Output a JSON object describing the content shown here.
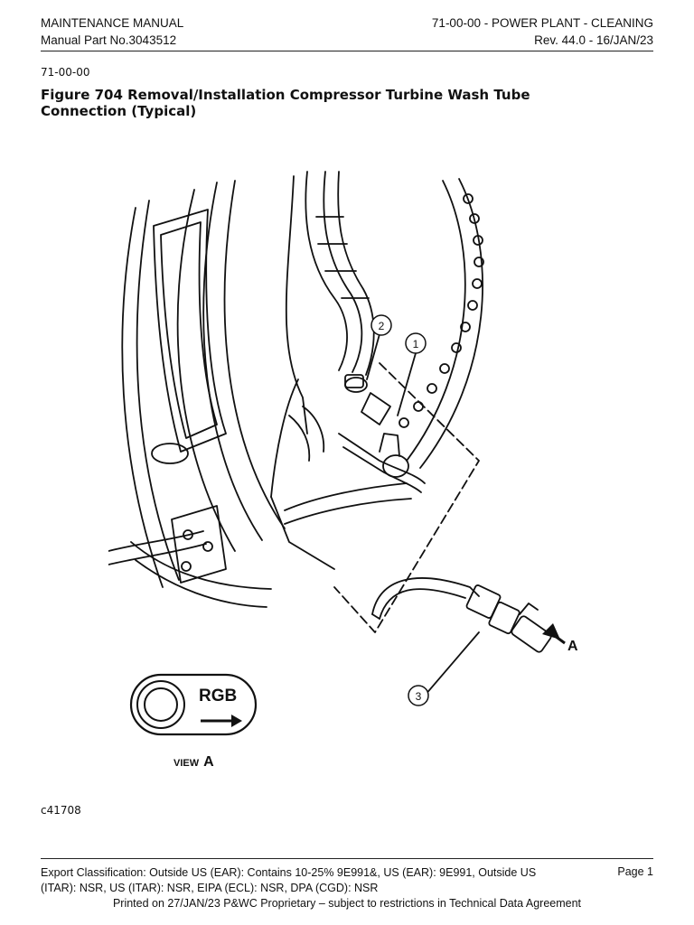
{
  "header": {
    "left_line1": "MAINTENANCE MANUAL",
    "left_line2": "Manual Part No.3043512",
    "right_line1": "71-00-00 - POWER PLANT - CLEANING",
    "right_line2": "Rev. 44.0 - 16/JAN/23"
  },
  "section_code": "71-00-00",
  "figure": {
    "title": "Figure 704 Removal/Installation Compressor Turbine Wash Tube Connection (Typical)",
    "callouts": [
      "1",
      "2",
      "3"
    ],
    "view_label_small": "VIEW",
    "view_label_letter": "A",
    "arrow_label": "A",
    "detail_text": "RGB",
    "drawing_code": "c41708"
  },
  "footer": {
    "export": "Export Classification: Outside US (EAR): Contains 10-25% 9E991&, US (EAR): 9E991, Outside US (ITAR): NSR, US (ITAR): NSR, EIPA (ECL): NSR, DPA (CGD): NSR",
    "page": "Page 1",
    "printed": "Printed on 27/JAN/23 P&WC Proprietary – subject to restrictions in Technical Data Agreement"
  }
}
